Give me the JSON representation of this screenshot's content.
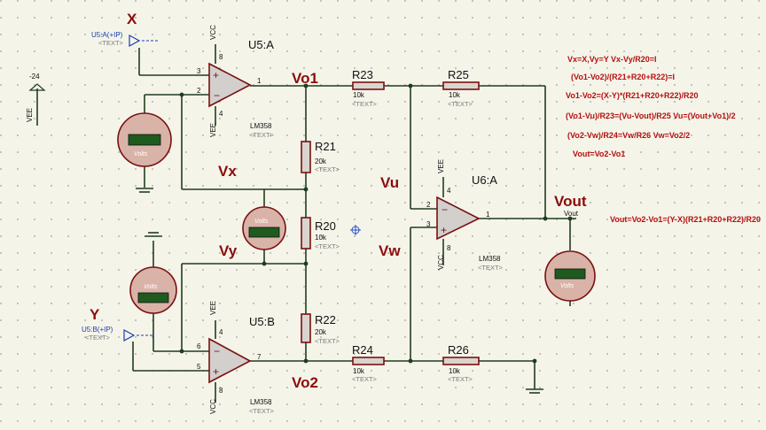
{
  "labels": {
    "x": "X",
    "y": "Y",
    "vx": "Vx",
    "vy": "Vy",
    "vu": "Vu",
    "vw": "Vw",
    "vo1": "Vo1",
    "vo2": "Vo2",
    "vout": "Vout"
  },
  "ports": {
    "u5a_ip": "U5:A(+IP)",
    "u5b_ip": "U5:B(+IP)",
    "text": "<TEXT>"
  },
  "opamps": {
    "u5a": {
      "ref": "U5:A",
      "model": "LM358",
      "text": "<TEXT>",
      "pin_plus": "3",
      "pin_minus": "2",
      "pin_out": "1",
      "pin_vcc": "8",
      "pin_vee": "4",
      "vcc": "VCC",
      "vee": "VEE"
    },
    "u5b": {
      "ref": "U5:B",
      "model": "LM358",
      "text": "<TEXT>",
      "pin_minus": "6",
      "pin_plus": "5",
      "pin_out": "7",
      "pin_vee": "4",
      "pin_vcc": "8",
      "vcc": "VCC",
      "vee": "VEE"
    },
    "u6a": {
      "ref": "U6:A",
      "model": "LM358",
      "text": "<TEXT>",
      "pin_minus": "2",
      "pin_plus": "3",
      "pin_out": "1",
      "pin_vee": "4",
      "pin_vcc": "8",
      "vcc": "VCC",
      "vee": "VEE"
    }
  },
  "resistors": {
    "r23": {
      "ref": "R23",
      "value": "10k",
      "text": "<TEXT>"
    },
    "r25": {
      "ref": "R25",
      "value": "10k",
      "text": "<TEXT>"
    },
    "r21": {
      "ref": "R21",
      "value": "20k",
      "text": "<TEXT>"
    },
    "r20": {
      "ref": "R20",
      "value": "10k",
      "text": "<TEXT>"
    },
    "r22": {
      "ref": "R22",
      "value": "20k",
      "text": "<TEXT>"
    },
    "r24": {
      "ref": "R24",
      "value": "10k",
      "text": "<TEXT>"
    },
    "r26": {
      "ref": "R26",
      "value": "10k",
      "text": "<TEXT>"
    }
  },
  "voltmeter_label": "Volts",
  "supply": {
    "value": "-24",
    "name": "VEE"
  },
  "net_vout_small": "Vout",
  "equations": [
    "Vx=X,Vy=Y  Vx-Vy/R20=I",
    "(Vo1-Vo2)/(R21+R20+R22)=I",
    "Vo1-Vo2=(X-Y)*(R21+R20+R22)/R20",
    "(Vo1-Vu)/R23=(Vu-Vout)/R25  Vu=(Vout+Vo1)/2",
    "(Vo2-Vw)/R24=Vw/R26 Vw=Vo2/2",
    "Vout=Vo2-Vo1"
  ],
  "final_equation": "Vout=Vo2-Vo1=(Y-X)(R21+R20+R22)/R20",
  "colors": {
    "background": "#f5f4e9",
    "wire": "#1f3d1f",
    "component": "#7a1010",
    "label": "#8a0d0d",
    "equation": "#b51010",
    "meter_display": "#1f5a1f"
  }
}
